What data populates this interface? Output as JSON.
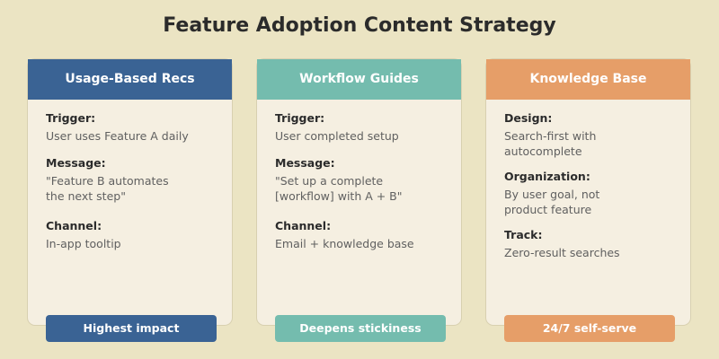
{
  "title": "Feature Adoption Content Strategy",
  "colors": {
    "background": "#ebe4c3",
    "card_bg": "#f5efe1",
    "blue": "#3a6394",
    "teal": "#74bcae",
    "orange": "#e69e68"
  },
  "cards": [
    {
      "header": "Usage-Based Recs",
      "color": "#3a6394",
      "fields": [
        {
          "label": "Trigger:",
          "value": "User uses Feature A daily"
        },
        {
          "label": "Message:",
          "value": "\"Feature B automates\nthe next step\""
        },
        {
          "label": "Channel:",
          "value": "In-app tooltip"
        }
      ],
      "badge": "Highest impact"
    },
    {
      "header": "Workflow Guides",
      "color": "#74bcae",
      "fields": [
        {
          "label": "Trigger:",
          "value": "User completed setup"
        },
        {
          "label": "Message:",
          "value": "\"Set up a complete\n[workflow] with A + B\""
        },
        {
          "label": "Channel:",
          "value": "Email + knowledge base"
        }
      ],
      "badge": "Deepens stickiness"
    },
    {
      "header": "Knowledge Base",
      "color": "#e69e68",
      "fields": [
        {
          "label": "Design:",
          "value": "Search-first with\nautocomplete"
        },
        {
          "label": "Organization:",
          "value": "By user goal, not\nproduct feature"
        },
        {
          "label": "Track:",
          "value": "Zero-result searches"
        }
      ],
      "badge": "24/7 self-serve"
    }
  ]
}
